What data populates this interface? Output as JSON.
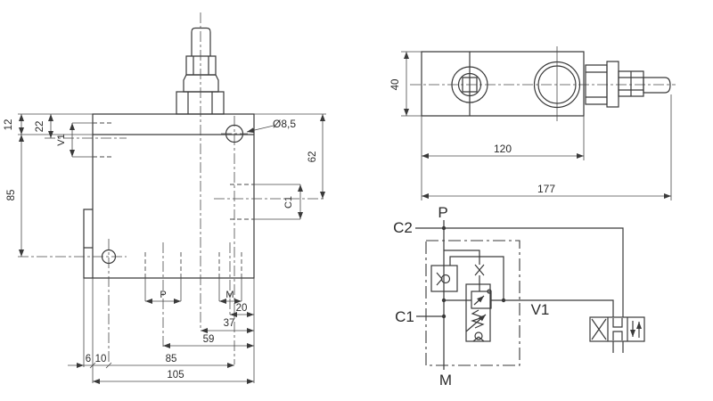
{
  "front_view": {
    "dim_12": "12",
    "dim_22": "22",
    "dim_85_left": "85",
    "dim_6": "6",
    "dim_10": "10",
    "dim_85_bottom": "85",
    "dim_105": "105",
    "dim_59": "59",
    "dim_37": "37",
    "dim_20": "20",
    "dim_62": "62",
    "dim_diameter": "Ø8,5",
    "port_v1": "V1",
    "port_p": "P",
    "port_m": "M",
    "port_c1": "C1"
  },
  "side_view": {
    "dim_40": "40",
    "dim_120": "120",
    "dim_177": "177"
  },
  "schematic": {
    "label_p": "P",
    "label_c2": "C2",
    "label_c1": "C1",
    "label_m": "M",
    "label_v1": "V1"
  },
  "colors": {
    "line": "#3a3a3a",
    "background": "#ffffff"
  }
}
